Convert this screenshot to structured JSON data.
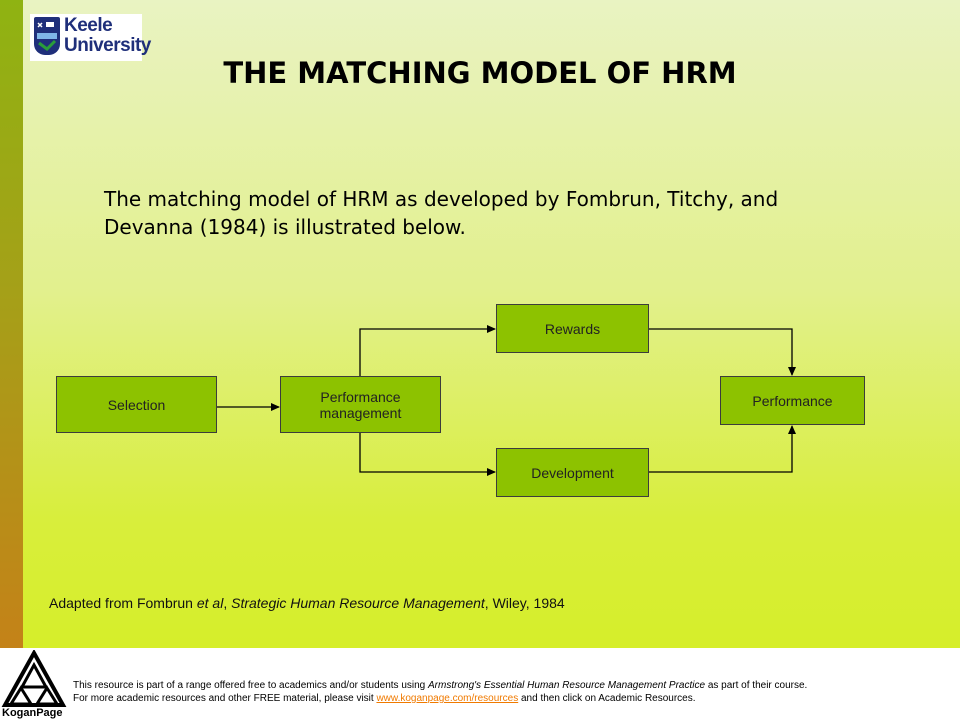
{
  "logo": {
    "university": "Keele University",
    "line1": "Keele",
    "line2": "University"
  },
  "title": "THE MATCHING MODEL OF HRM",
  "intro": "The matching model of HRM as developed by Fombrun, Titchy, and Devanna (1984) is illustrated below.",
  "diagram": {
    "nodes": {
      "selection": "Selection",
      "performance_management": "Performance management",
      "rewards": "Rewards",
      "development": "Development",
      "performance": "Performance"
    },
    "colors": {
      "node_fill": "#8dc200",
      "node_border": "#3c3c3c",
      "arrow": "#000000"
    }
  },
  "credit": {
    "prefix": "Adapted from Fombrun ",
    "et_al": "et al",
    "sep": ", ",
    "book": "Strategic Human Resource Management",
    "suffix": ", Wiley, 1984"
  },
  "footer": {
    "publisher": "KoganPage",
    "line1_prefix": "This resource is part of a range offered free to academics and/or students using ",
    "line1_book": "Armstrong's Essential Human Resource Management Practice",
    "line1_suffix": " as part of their course.",
    "line2_prefix": "For more academic resources and other FREE material, please visit ",
    "line2_link": "www.koganpage.com/resources",
    "line2_suffix": " and then click on Academic Resources."
  }
}
